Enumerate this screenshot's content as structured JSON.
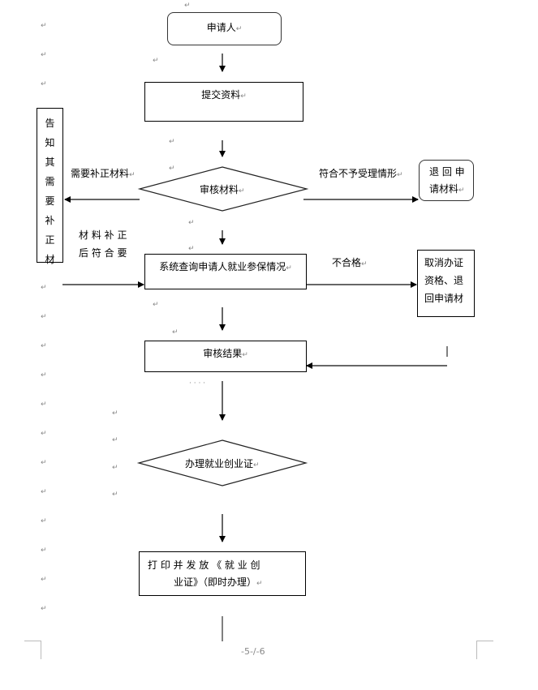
{
  "flowchart": {
    "applicant": "申请人",
    "submit": "提交资料",
    "review_materials": "审核材料",
    "notify_lines": [
      "告",
      "知",
      "其",
      "需",
      "要",
      "补",
      "正",
      "材"
    ],
    "need_supplement_label": "需要补正材料",
    "after_supplement_label_lines": [
      "材 料 补 正",
      "后 符 合 要"
    ],
    "reject_condition_label": "符合不予受理情形",
    "return_materials_lines": [
      "退 回 申",
      "请材料"
    ],
    "system_query": "系统查询申请人就业参保情况",
    "unqualified_label": "不合格",
    "cancel_lines": [
      "取消办证",
      "资格、退",
      "回申请材"
    ],
    "review_result": "审核结果",
    "handle_certificate": "办理就业创业证",
    "print_issue_lines": [
      "打 印 并 发 放 《 就 业 创",
      "业证》（即时办理）"
    ]
  },
  "marks": {
    "paragraph": "↵",
    "dots": "· · · ·"
  },
  "footer": {
    "page_number": "-5-/-6"
  }
}
